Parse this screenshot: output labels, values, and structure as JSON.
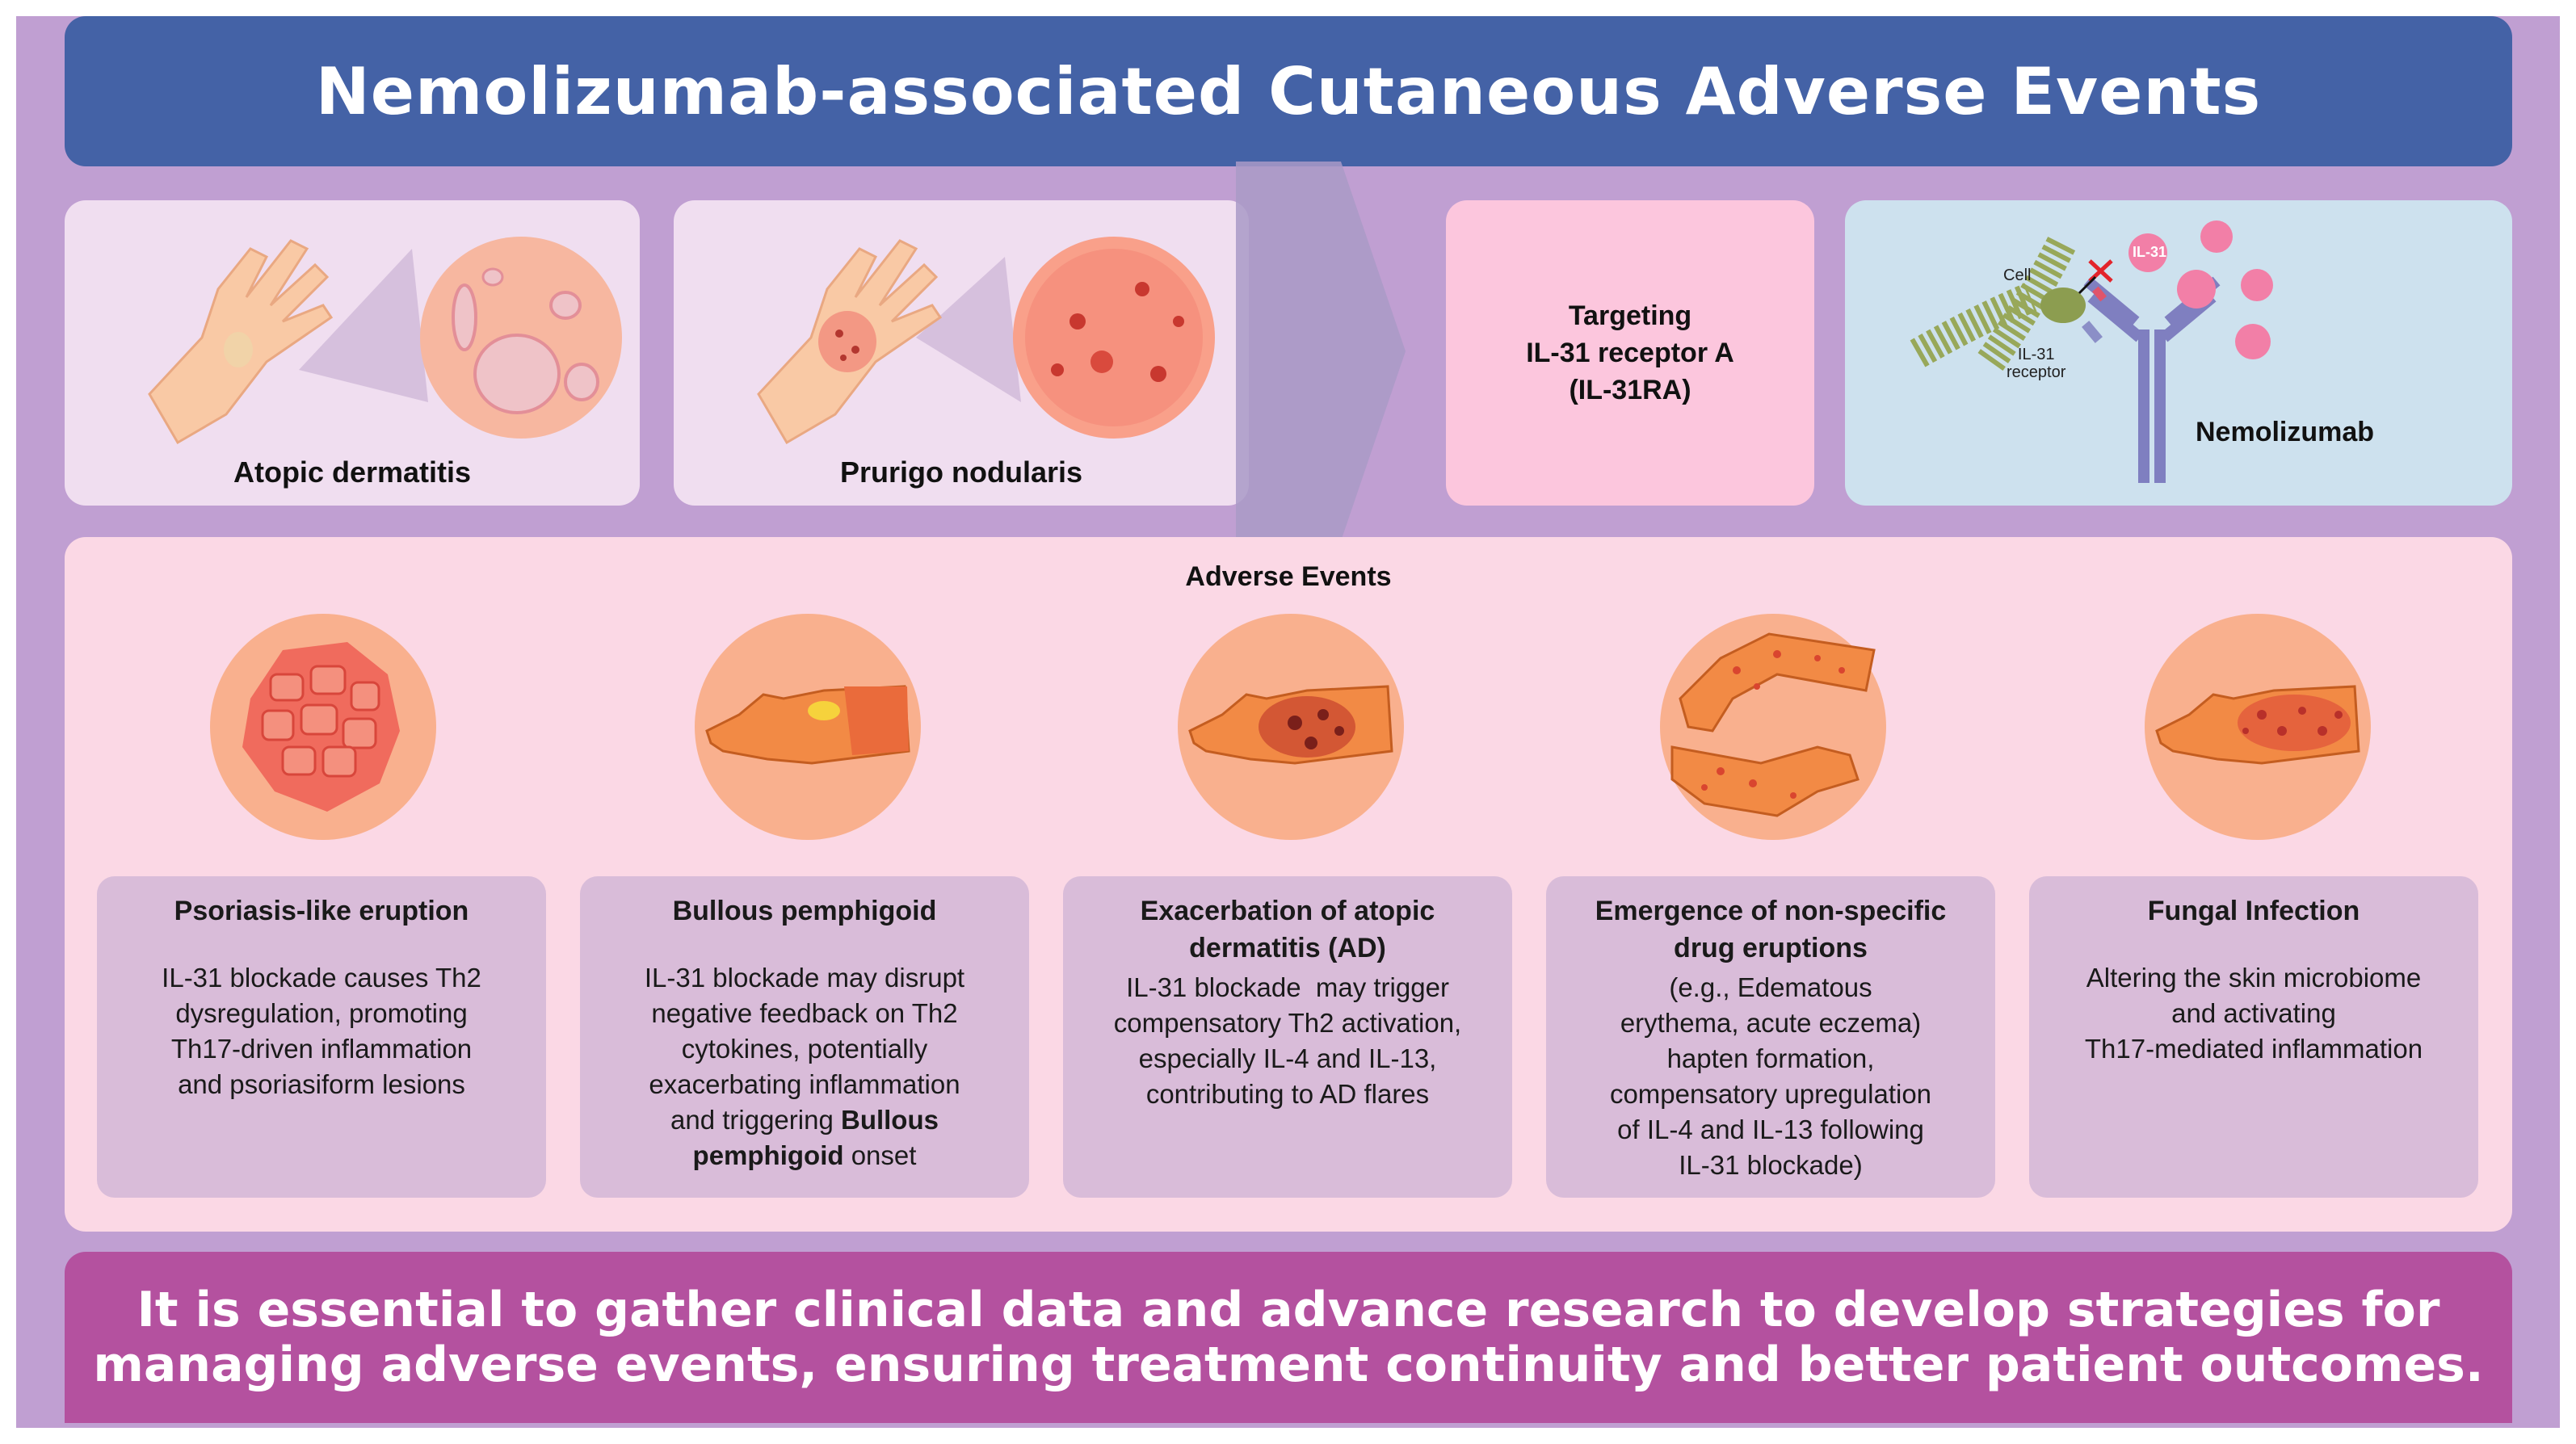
{
  "title": "Nemolizumab-associated Cutaneous Adverse Events",
  "diseases": [
    {
      "label": "Atopic dermatitis"
    },
    {
      "label": "Prurigo nodularis"
    }
  ],
  "target": {
    "line1": "Targeting",
    "line2": "IL-31 receptor A",
    "line3": "(IL-31RA)"
  },
  "mechanism": {
    "cell_label": "Cell",
    "il31_label": "IL-31",
    "receptor_line1": "IL-31",
    "receptor_line2": "receptor",
    "drug_label": "Nemolizumab"
  },
  "adverse_events": {
    "title": "Adverse Events",
    "items": [
      {
        "name": "Psoriasis-like eruption",
        "desc": [
          "IL-31 blockade causes Th2",
          "dysregulation, promoting",
          "Th17-driven inflammation",
          "and psoriasiform lesions"
        ]
      },
      {
        "name": "Bullous pemphigoid",
        "desc": [
          "IL-31 blockade may disrupt",
          "negative feedback on Th2",
          "cytokines, potentially",
          "exacerbating inflammation"
        ],
        "desc_bold_prefix": "and triggering ",
        "desc_bold_1": "Bullous",
        "desc_bold_2": "pemphigoid",
        "desc_bold_suffix": " onset"
      },
      {
        "name_line1": "Exacerbation of atopic",
        "name_line2": "dermatitis (AD)",
        "desc": [
          "IL-31 blockade  may trigger",
          "compensatory Th2 activation,",
          "especially IL-4 and IL-13,",
          "contributing to AD flares"
        ]
      },
      {
        "name_line1": "Emergence of non-specific",
        "name_line2": "drug eruptions",
        "desc": [
          "(e.g., Edematous",
          "erythema, acute eczema)",
          "hapten formation,",
          "compensatory upregulation",
          "of IL-4 and IL-13 following",
          "IL-31 blockade)"
        ]
      },
      {
        "name": "Fungal Infection",
        "desc": [
          "Altering the skin microbiome",
          "and activating",
          "Th17-mediated inflammation"
        ]
      }
    ]
  },
  "conclusion": {
    "line1": "It is essential to gather clinical data and advance research to develop strategies for",
    "line2": "managing adverse events, ensuring treatment continuity and better patient outcomes."
  },
  "colors": {
    "frame": "#c09fd2",
    "title_bar": "#4462a6",
    "disease_card": "#f0def0",
    "target_card": "#fcc6dd",
    "mechanism_card": "#cde1ee",
    "adverse_panel": "#fbd8e5",
    "ae_box": "#d9bcd9",
    "conclusion_bar": "#b4519f"
  }
}
